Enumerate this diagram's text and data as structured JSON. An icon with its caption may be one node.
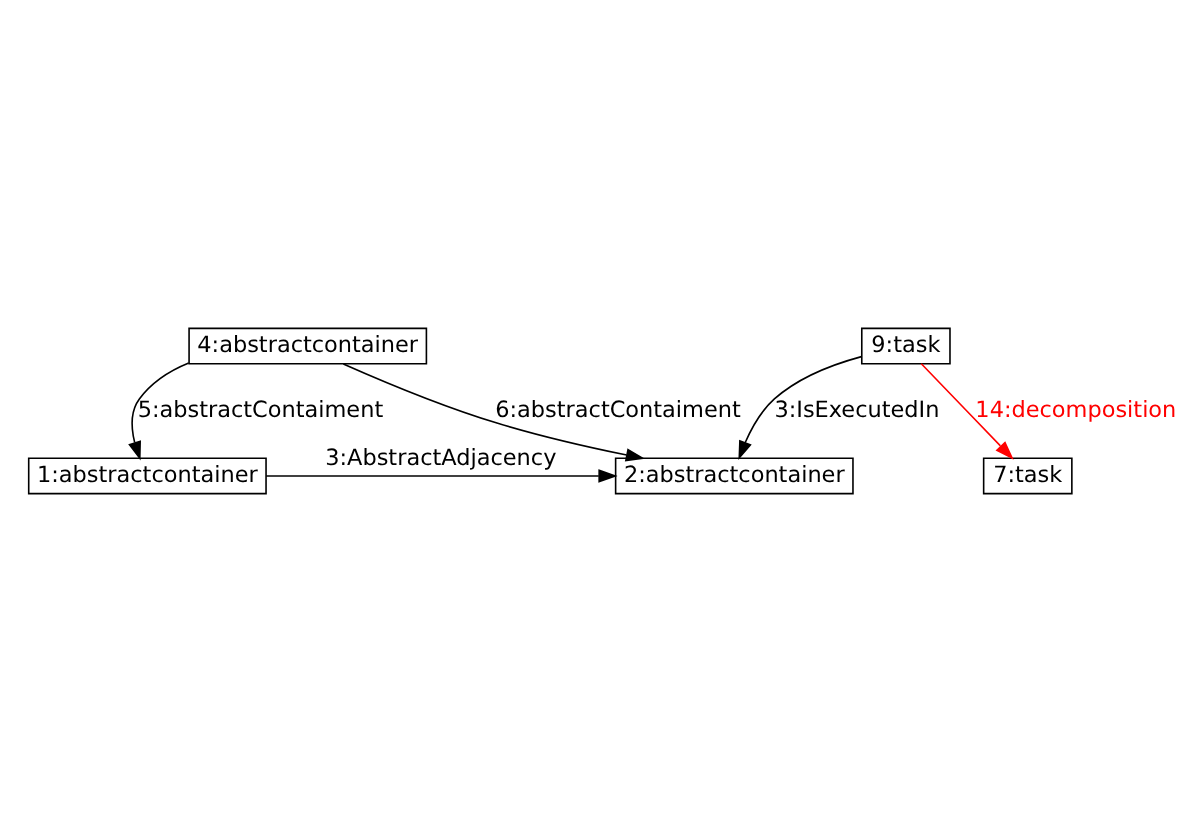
{
  "diagram": {
    "nodes": [
      {
        "text": [
          "4:abstractcontainer"
        ]
      },
      {
        "text": [
          "1:abstractcontainer"
        ]
      },
      {
        "text": [
          "2:abstractcontainer"
        ]
      },
      {
        "text": [
          "9:task"
        ]
      },
      {
        "text": [
          "7:task"
        ]
      }
    ],
    "edges": [
      {
        "from": 0,
        "to": 1,
        "arrow": "to",
        "label": "5:abstractContaiment"
      },
      {
        "from": 0,
        "to": 2,
        "arrow": "to",
        "label": "6:abstractContaiment"
      },
      {
        "from": 1,
        "to": 2,
        "arrow": "to",
        "label": "3:AbstractAdjacency"
      },
      {
        "from": 3,
        "to": 2,
        "arrow": "to",
        "label": "3:IsExecutedIn"
      },
      {
        "from": 3,
        "to": 4,
        "arrow": "to",
        "label": "14:decomposition",
        "color": "#ff0000"
      }
    ]
  }
}
